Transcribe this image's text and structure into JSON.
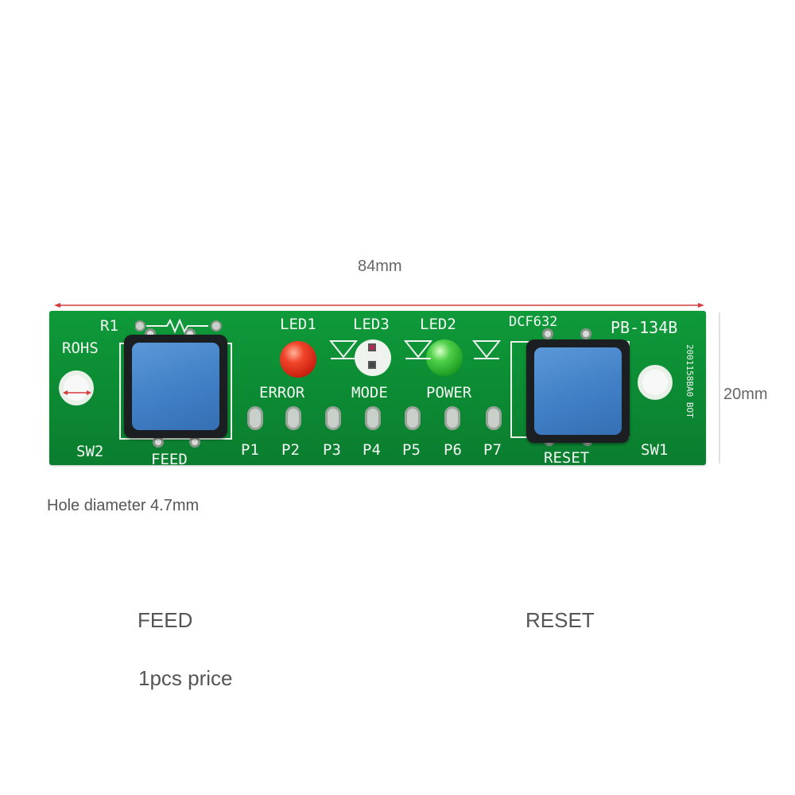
{
  "dimensions": {
    "length_label": "84mm",
    "height_label": "20mm",
    "hole_note": "Hole diameter 4.7mm"
  },
  "pcb": {
    "model": "PB-134B",
    "chip": "DCF632",
    "rohs": "ROHS",
    "resistor": "R1",
    "sw_left": "SW2",
    "sw_right": "SW1",
    "btn_left_label": "FEED",
    "btn_right_label": "RESET",
    "leds": [
      {
        "ref": "LED1",
        "function": "ERROR",
        "color": "#e0321d"
      },
      {
        "ref": "LED3",
        "function": "MODE",
        "color": "#b52a52"
      },
      {
        "ref": "LED2",
        "function": "POWER",
        "color": "#2fb733"
      }
    ],
    "pins": [
      "P1",
      "P2",
      "P3",
      "P4",
      "P5",
      "P6",
      "P7"
    ],
    "vertical_text": "2001158BA0 BOT",
    "board_color": "#0f9a3a",
    "cap_color": "#4585c9"
  },
  "captions": {
    "feed": "FEED",
    "reset": "RESET",
    "price_note": "1pcs price"
  }
}
